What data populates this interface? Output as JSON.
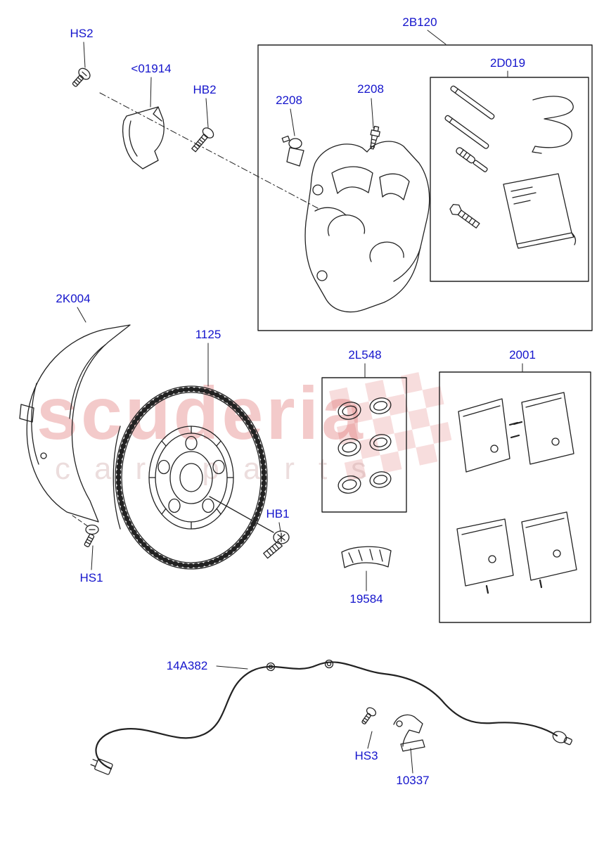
{
  "colors": {
    "label": "#1414cc",
    "line": "#222222",
    "watermark_text": "#d95353",
    "watermark_sub": "#c9a0a0",
    "background": "#ffffff"
  },
  "watermark": {
    "brand": "scuderia",
    "tagline": "car parts"
  },
  "labels": {
    "hs2": "HS2",
    "clip_01914": "<01914",
    "hb2": "HB2",
    "sensor_2208": "2208",
    "bleed_2208": "2208",
    "caliper_2b120": "2B120",
    "guide_kit_2d019": "2D019",
    "shield_2k004": "2K004",
    "disc_1125": "1125",
    "seal_kit_2l548": "2L548",
    "pads_2001": "2001",
    "hb1": "HB1",
    "hs1": "HS1",
    "shim_19584": "19584",
    "harness_14a382": "14A382",
    "hs3": "HS3",
    "bracket_10337": "10337"
  }
}
